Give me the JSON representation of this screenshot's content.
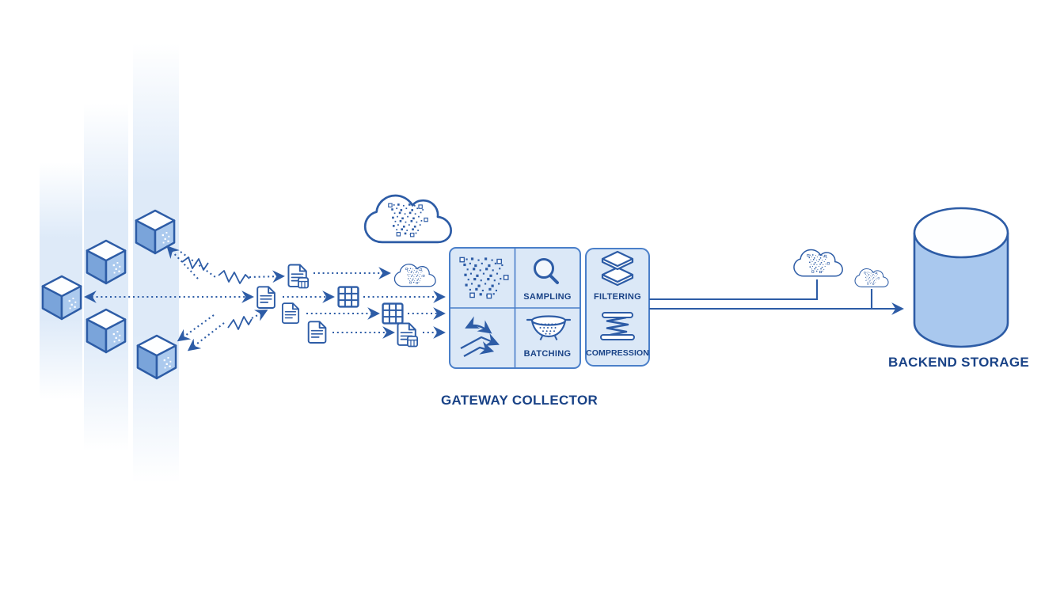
{
  "diagram": {
    "type": "telemetry-pipeline-architecture",
    "colors": {
      "background": "#ffffff",
      "outline": "#2d5ca6",
      "label_text": "#1a4387",
      "box_fill": "#dbe8f7",
      "box_border": "#4a7fc9",
      "cube_left_face": "#7aa4da",
      "cube_right_face": "#accaee",
      "cube_top_face": "#fdfeff",
      "cylinder_fill": "#a9c8ee",
      "glow_band": "#dce9f8"
    },
    "sources": {
      "icon": "cube-icon",
      "count": 5,
      "description_icons": [
        "zigzag-signal-icon",
        "dotted-arrow-icon"
      ]
    },
    "transport_icons": [
      "document-icon",
      "document-badge-icon",
      "metrics-grid-icon",
      "data-cloud-icon"
    ],
    "gateway": {
      "title": "GATEWAY COLLECTOR",
      "quadrants": [
        {
          "icon": "data-points-icon",
          "label": ""
        },
        {
          "icon": "magnifier-icon",
          "label": "SAMPLING"
        },
        {
          "icon": "routing-arrows-icon",
          "label": ""
        },
        {
          "icon": "colander-icon",
          "label": "BATCHING"
        }
      ]
    },
    "processor": {
      "filtering": {
        "icon": "layers-icon",
        "label": "FILTERING"
      },
      "compression": {
        "icon": "spring-icon",
        "label": "COMPRESSION"
      }
    },
    "right_clouds": {
      "icon": "data-cloud-icon",
      "count": 2
    },
    "storage": {
      "icon": "database-cylinder-icon",
      "label": "BACKEND STORAGE"
    }
  }
}
